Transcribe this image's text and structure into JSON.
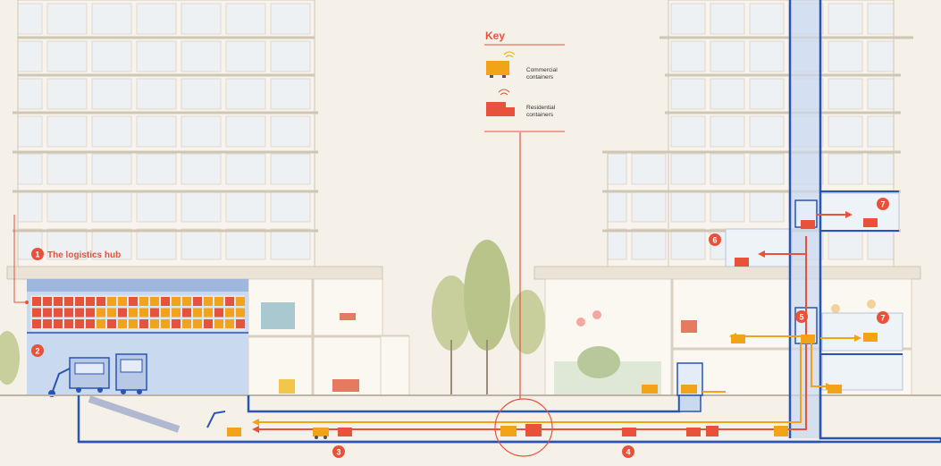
{
  "colors": {
    "accent_red": "#e8513a",
    "commercial_orange": "#f2a318",
    "route_blue": "#2a54b4",
    "building_line": "#cfc6b6",
    "building_fill": "#f8f4ed",
    "glass": "#dfe9f2",
    "hub_fill": "#c9d9f0",
    "tree_green": "#b9c48a"
  },
  "key": {
    "title": "Key",
    "commercial_label_1": "Commercial",
    "commercial_label_2": "containers",
    "residential_label_1": "Residential",
    "residential_label_2": "containers"
  },
  "labels": {
    "logistics_hub": "The logistics hub"
  },
  "markers": {
    "m1": "1",
    "m2": "2",
    "m3": "3",
    "m4": "4",
    "m5": "5",
    "m6": "6",
    "m7a": "7",
    "m7b": "7"
  }
}
